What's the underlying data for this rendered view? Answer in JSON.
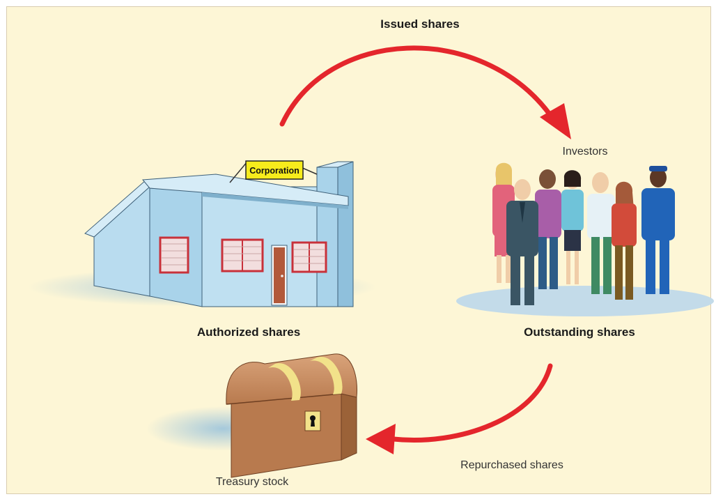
{
  "labels": {
    "issued": "Issued shares",
    "investors": "Investors",
    "authorized": "Authorized shares",
    "outstanding": "Outstanding shares",
    "repurchased": "Repurchased shares",
    "treasury": "Treasury stock",
    "sign": "Corporation"
  },
  "icons": {
    "building": "corporation-building-icon",
    "investors": "investors-group-icon",
    "chest": "treasure-chest-icon",
    "arrow": "curved-arrow-icon"
  },
  "colors": {
    "background": "#fdf6d6",
    "arrow": "#e4262c",
    "sign": "#f7ec1c",
    "building": "#a9d3ea",
    "chest": "#b87a4e"
  }
}
